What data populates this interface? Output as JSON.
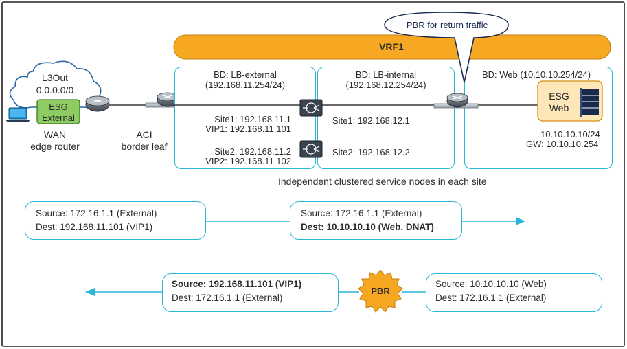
{
  "vrf_label": "VRF1",
  "callout": "PBR for return traffic",
  "cloud": {
    "title": "L3Out",
    "subnet": "0.0.0.0/0"
  },
  "esg_external": {
    "line1": "ESG",
    "line2": "External"
  },
  "wan_router": {
    "line1": "WAN",
    "line2": "edge router"
  },
  "border_leaf": {
    "line1": "ACI",
    "line2": "border leaf"
  },
  "bd_lb_external": {
    "title": "BD: LB-external",
    "subnet": "(192.168.11.254/24)",
    "site1": "Site1: 192.168.11.1",
    "vip1": "VIP1: 192.168.11.101",
    "site2": "Site2: 192.168.11.2",
    "vip2": "VIP2: 192.168.11.102"
  },
  "bd_lb_internal": {
    "title": "BD: LB-internal",
    "subnet": "(192.168.12.254/24)",
    "site1": "Site1: 192.168.12.1",
    "site2": "Site2: 192.168.12.2"
  },
  "bd_web": {
    "title": "BD: Web (10.10.10.254/24)",
    "esg_line1": "ESG",
    "esg_line2": "Web",
    "ip": "10.10.10.10/24",
    "gw": "GW: 10.10.10.254"
  },
  "service_note": "Independent clustered service nodes in each site",
  "flow1": {
    "left": {
      "line1": "Source: 172.16.1.1 (External)",
      "line2": "Dest: 192.168.11.101 (VIP1)"
    },
    "right": {
      "line1": "Source: 172.16.1.1 (External)",
      "line2": "Dest: 10.10.10.10 (Web. DNAT)"
    }
  },
  "flow2": {
    "left": {
      "line1": "Source: 192.168.11.101 (VIP1)",
      "line2": "Dest: 172.16.1.1 (External)"
    },
    "right": {
      "line1": "Source: 10.10.10.10 (Web)",
      "line2": "Dest: 172.16.1.1 (External)"
    },
    "pbr_label": "PBR"
  },
  "colors": {
    "accent_cyan": "#29b6d8",
    "vrf_orange": "#f7a823",
    "esg_green": "#8dcc63",
    "esg_web_bg": "#fde6b8",
    "navy": "#1a2a4f",
    "frame": "#222222"
  }
}
